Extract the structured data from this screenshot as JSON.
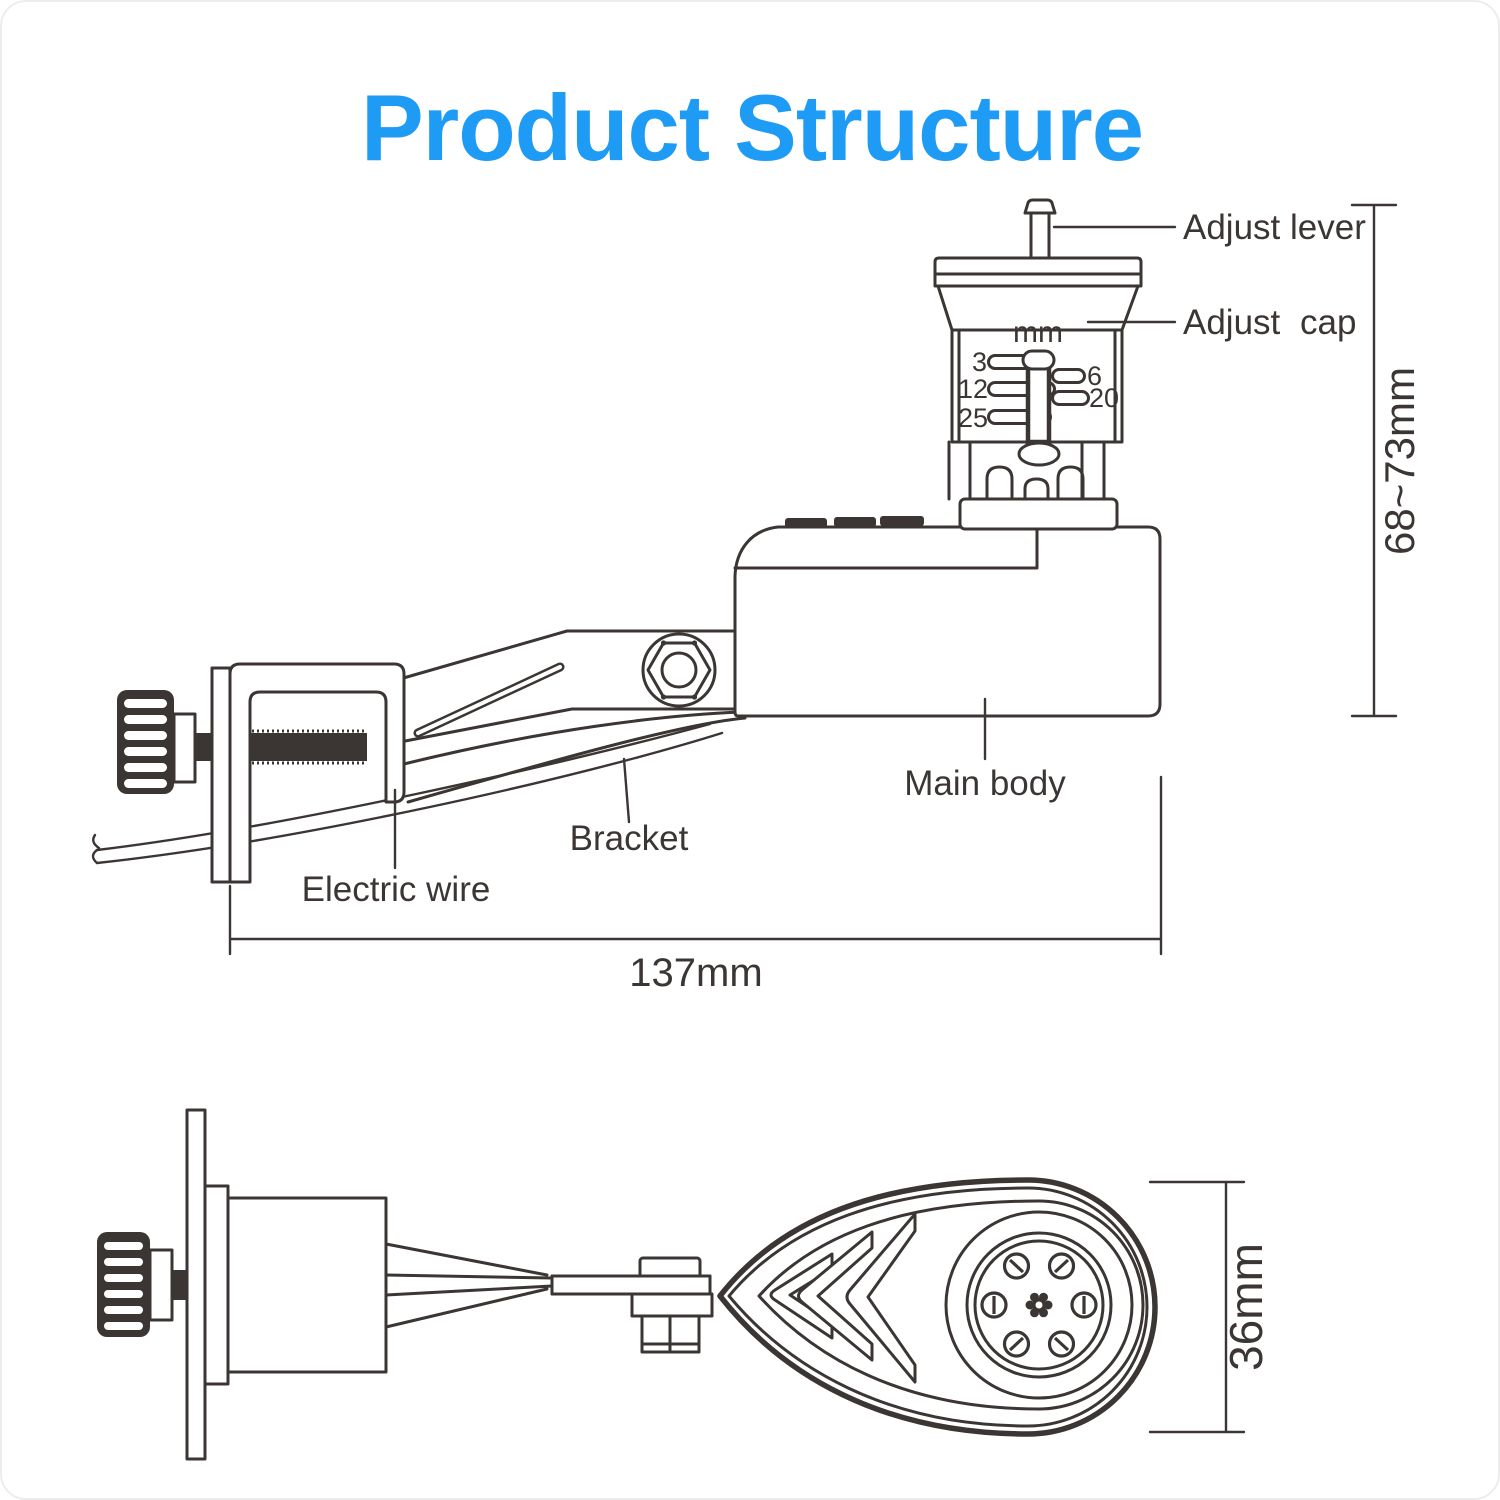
{
  "title": {
    "text": "Product Structure"
  },
  "colors": {
    "accent": "#1E9BF5",
    "line": "#3B3633"
  },
  "side_view": {
    "labels": {
      "adjust_lever": "Adjust lever",
      "adjust_cap": "Adjust cap",
      "main_body": "Main body",
      "bracket": "Bracket",
      "electric_wire": "Electric wire"
    },
    "adjust_dial": {
      "unit": "mm",
      "left_marks": [
        "3",
        "12",
        "25"
      ],
      "right_marks": [
        "6",
        "20"
      ]
    },
    "dimensions": {
      "height_range": "68~73mm",
      "length": "137mm"
    }
  },
  "top_view": {
    "dimensions": {
      "head_width": "36mm"
    }
  }
}
